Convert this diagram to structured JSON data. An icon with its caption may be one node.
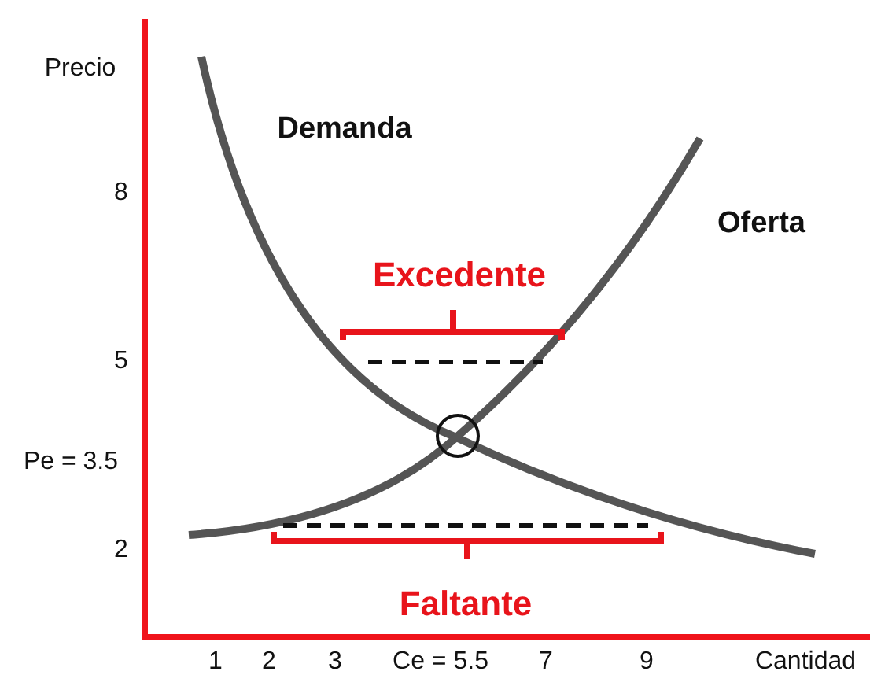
{
  "diagram": {
    "labels": [
      "Precio",
      "Demanda",
      "8",
      "Oferta",
      "Excedente",
      "5",
      "Pe = 3.5",
      "2",
      "Faltante",
      "1",
      "2",
      "3",
      "Ce = 5.5",
      "7",
      "9",
      "Cantidad"
    ]
  }
}
